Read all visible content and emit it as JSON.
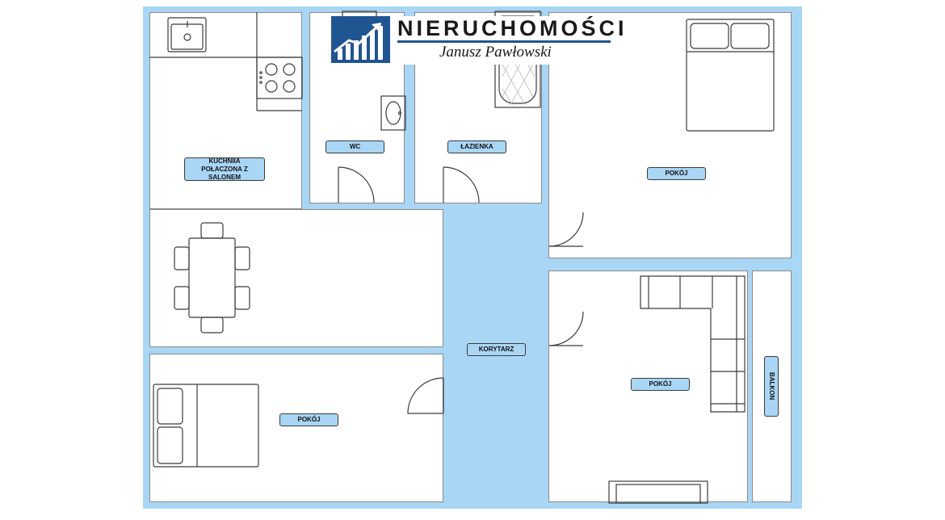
{
  "logo": {
    "name": "NIERUCHOMOŚCI",
    "subtitle": "Janusz Pawłowski",
    "brand_color": "#1f5591"
  },
  "colors": {
    "wall_fill": "#a9d6f5",
    "room_fill": "#ffffff",
    "line": "#3b3b3b"
  },
  "rooms": {
    "kitchen": "KUCHNIIA POŁACZONA Z SALONEM",
    "wc": "WC",
    "bathroom": "ŁAZIENKA",
    "bedroom_top": "POKÓJ",
    "corridor": "KORYTARZ",
    "bedroom_bottom": "POKÓJ",
    "living": "POKÓJ",
    "balcony": "BALKON"
  }
}
